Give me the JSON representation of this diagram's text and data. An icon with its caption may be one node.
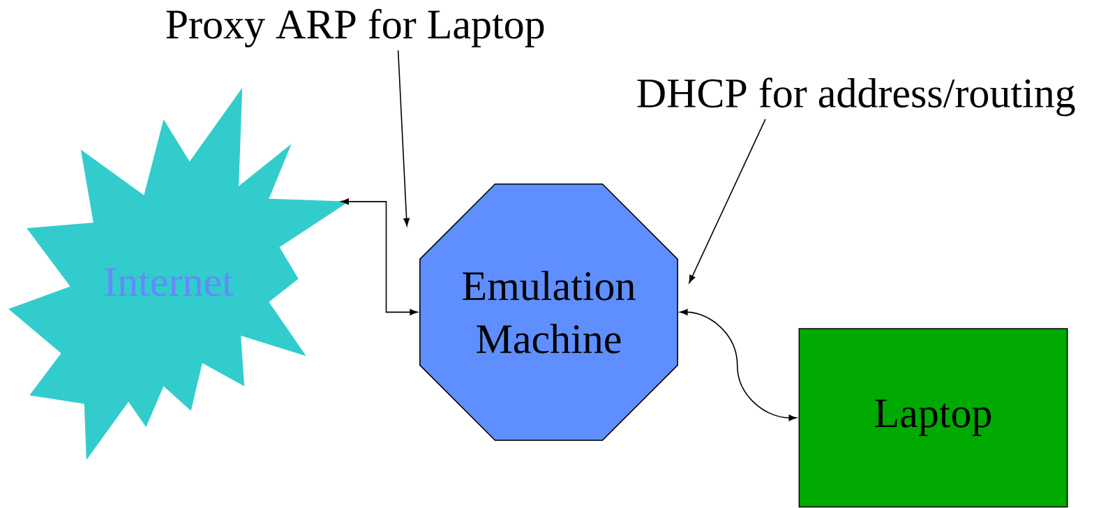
{
  "diagram": {
    "nodes": [
      {
        "text": [
          "Internet"
        ]
      },
      {
        "text": [
          "Emulation Machine"
        ]
      },
      {
        "text": [
          "Laptop"
        ]
      },
      {
        "text": [
          "Proxy ARP for Laptop"
        ]
      },
      {
        "text": [
          "DHCP for address/routing"
        ]
      }
    ],
    "edges": [
      {
        "from": 0,
        "to": 1,
        "arrow": "both"
      },
      {
        "from": 1,
        "to": 2,
        "arrow": "both"
      },
      {
        "from": 3,
        "to": 1,
        "arrow": "to"
      },
      {
        "from": 4,
        "to": 1,
        "arrow": "to"
      }
    ]
  }
}
